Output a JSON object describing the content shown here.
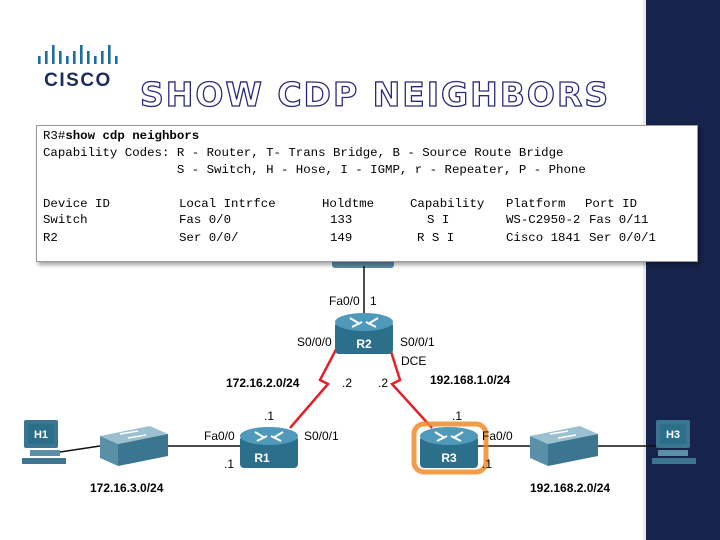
{
  "slide": {
    "logo_text": "CISCO",
    "title": "SHOW CDP NEIGHBORS"
  },
  "terminal": {
    "prompt": "R3#",
    "command": "show cdp neighbors",
    "codes_line1": "Capability Codes: R - Router, T- Trans Bridge, B - Source Route Bridge",
    "codes_line2": "                  S - Switch, H - Hose, I - IGMP, r - Repeater, P - Phone",
    "headers": {
      "device_id": "Device ID",
      "local_intrfce": "Local Intrfce",
      "holdtme": "Holdtme",
      "capability": "Capability",
      "platform": "Platform",
      "port_id": "Port ID"
    },
    "rows": [
      {
        "device_id": "Switch",
        "local_intrfce": "Fas 0/0",
        "holdtme": "133",
        "capability": "S I",
        "platform": "WS-C2950-2",
        "port_id": "Fas 0/11"
      },
      {
        "device_id": "R2",
        "local_intrfce": "Ser 0/0/",
        "holdtme": "149",
        "capability": "R S I",
        "platform": "Cisco 1841",
        "port_id": "Ser 0/0/1"
      }
    ]
  },
  "topology": {
    "r2_iface_top": "Fa0/0",
    "r2_iface_top_host": "1",
    "r2_left_serial": "S0/0/0",
    "r2_right_serial": "S0/0/1",
    "r2_name": "R2",
    "dce_label": "DCE",
    "net_r1_r2": "172.16.2.0/24",
    "net_r2_r3": "192.168.1.0/24",
    "r2_left_host": ".2",
    "r2_right_host": ".2",
    "r1_name": "R1",
    "r1_top_host": ".1",
    "r1_fa": "Fa0/0",
    "r1_serial": "S0/0/1",
    "r1_fa_host": ".1",
    "r3_name": "R3",
    "r3_top_host": ".1",
    "r3_fa": "Fa0/0",
    "r3_fa_host": ".1",
    "h1_name": "H1",
    "h3_name": "H3",
    "net_left_lan": "172.16.3.0/24",
    "net_right_lan": "192.168.2.0/24"
  },
  "colors": {
    "sidebar": "#16234a",
    "router": "#2f7c99",
    "serial_link": "#e3212a",
    "highlight": "#f08b2a"
  }
}
